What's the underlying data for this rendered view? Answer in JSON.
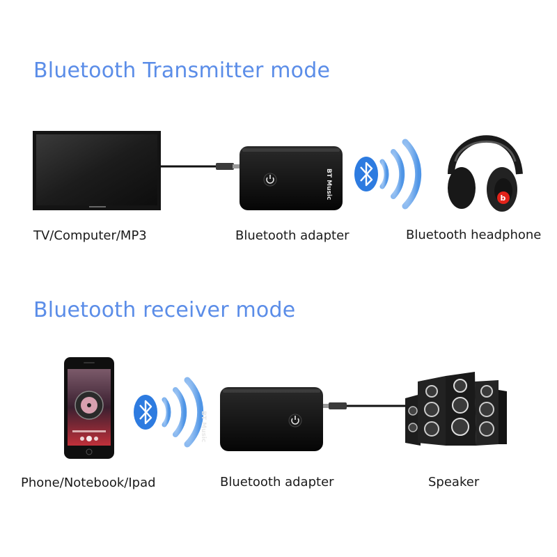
{
  "sections": [
    {
      "title": "Bluetooth Transmitter mode",
      "devices": [
        {
          "label": "TV/Computer/MP3",
          "icon": "tv-monitor-icon"
        },
        {
          "label": "Bluetooth adapter",
          "icon": "bluetooth-adapter-icon",
          "device_text": "BT Music"
        },
        {
          "label": "Bluetooth headphone",
          "icon": "headphone-icon"
        }
      ]
    },
    {
      "title": "Bluetooth receiver mode",
      "devices": [
        {
          "label": "Phone/Notebook/Ipad",
          "icon": "smartphone-icon"
        },
        {
          "label": "Bluetooth adapter",
          "icon": "bluetooth-adapter-icon",
          "device_text": "BT Music"
        },
        {
          "label": "Speaker",
          "icon": "speaker-icon"
        }
      ]
    }
  ],
  "colors": {
    "title": "#5b8de8",
    "bluetooth": "#2d7be0",
    "device": "#111111"
  }
}
